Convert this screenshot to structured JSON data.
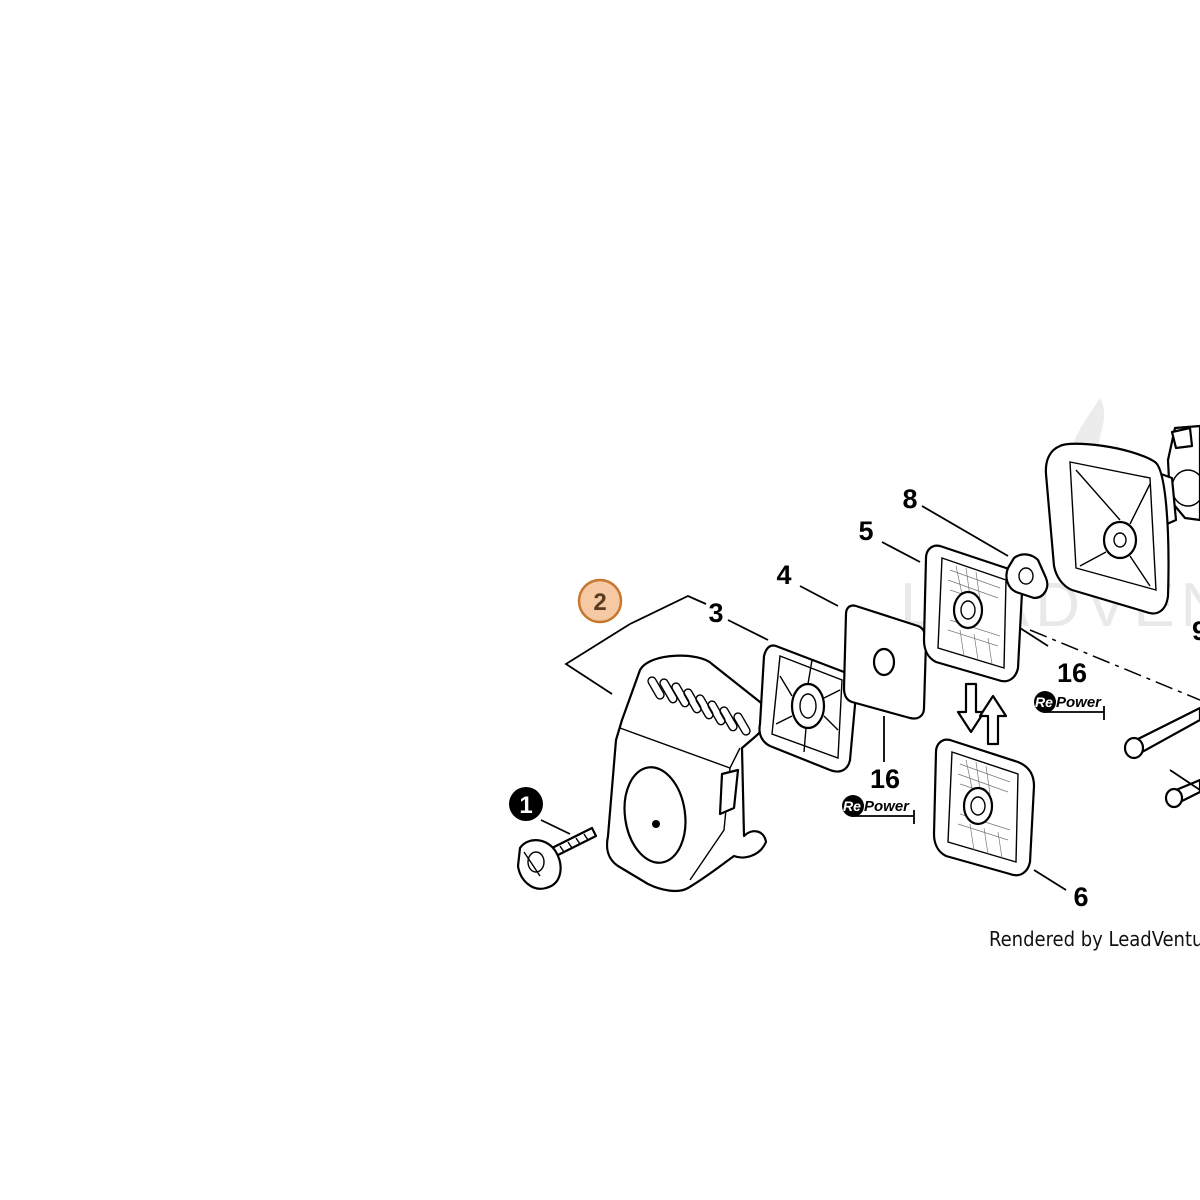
{
  "diagram": {
    "callouts": {
      "c1": "1",
      "c2": "2",
      "c3": "3",
      "c4": "4",
      "c5": "5",
      "c6": "6",
      "c8": "8",
      "c16a": "16",
      "c16b": "16"
    },
    "selected_callout": "2",
    "highlight_fill": "#f4c9a4",
    "highlight_stroke": "#c8772e",
    "repower": {
      "prefix": "Re",
      "suffix": "Power"
    },
    "credit": "Rendered by LeadVenture,",
    "watermark": "LEADVENTURE"
  }
}
